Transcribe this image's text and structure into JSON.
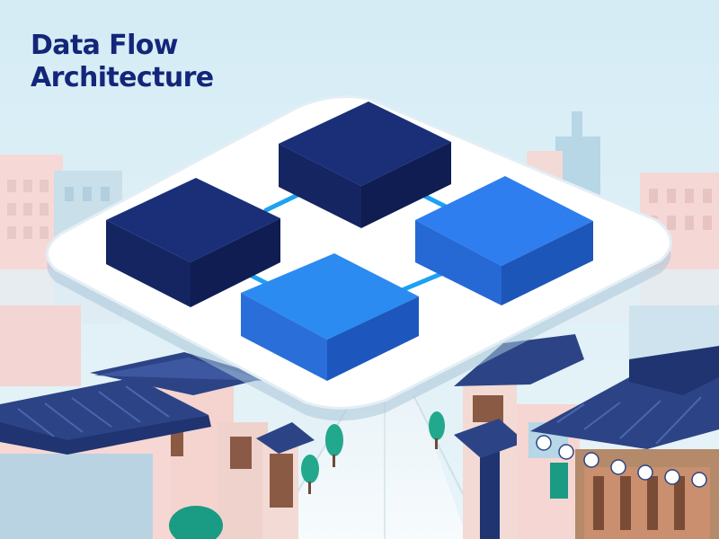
{
  "title": {
    "line1": "Data Flow",
    "line2": "Architecture"
  },
  "diagram": {
    "nodes": [
      {
        "id": "node-1",
        "color": "dark-navy"
      },
      {
        "id": "node-2",
        "color": "dark-navy"
      },
      {
        "id": "node-3",
        "color": "bright-blue"
      },
      {
        "id": "node-4",
        "color": "bright-blue"
      }
    ],
    "connectors": [
      {
        "from": "node-1",
        "to": "node-2"
      },
      {
        "from": "node-1",
        "to": "node-4"
      },
      {
        "from": "node-2",
        "to": "node-3"
      },
      {
        "from": "node-4",
        "to": "node-3"
      }
    ]
  },
  "colors": {
    "sky": "#dbeef6",
    "navy": "#1a2f78",
    "bright_blue": "#2f7ef0",
    "connector": "#1da1f2",
    "roof": "#2c4486",
    "platform": "#ffffff"
  }
}
